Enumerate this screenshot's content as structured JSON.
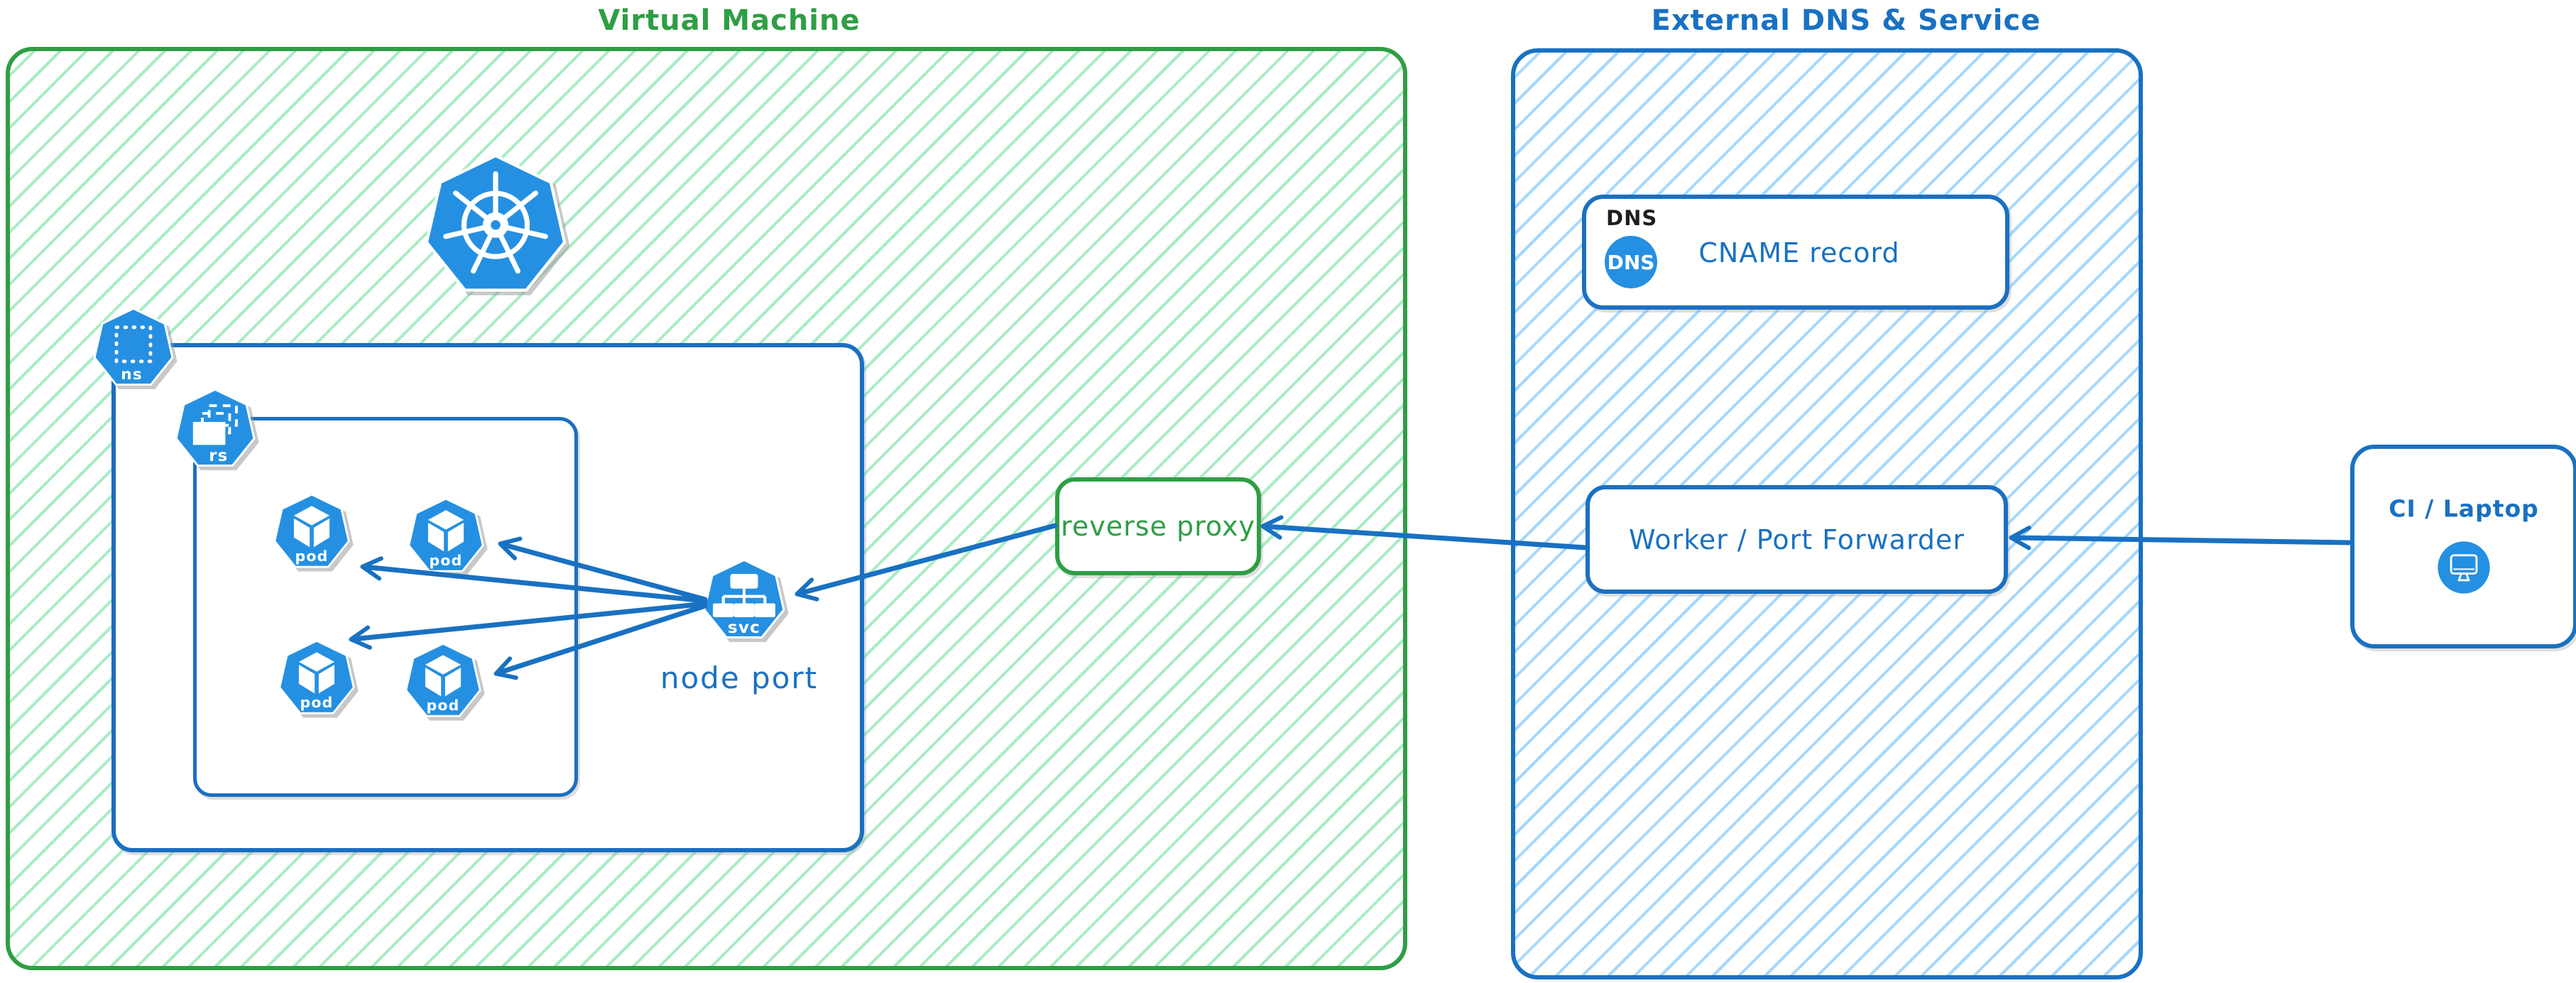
{
  "diagram": {
    "vm": {
      "title": "Virtual Machine"
    },
    "external": {
      "title": "External DNS & Service"
    },
    "kubernetes": {
      "logo": "kubernetes-helm-wheel"
    },
    "labels": {
      "ns": "ns",
      "rs": "rs",
      "svc": "svc",
      "node_port": "node port",
      "reverse_proxy": "reverse proxy",
      "dns_header": "DNS",
      "dns_badge": "DNS",
      "cname": "CNAME record",
      "worker": "Worker / Port Forwarder",
      "ci": "CI / Laptop"
    },
    "pods": [
      "pod",
      "pod",
      "pod",
      "pod"
    ],
    "icons": {
      "kubernetes_logo": "kubernetes-logo",
      "namespace": "namespace-icon",
      "replicaset": "replicaset-icon",
      "pod": "pod-icon",
      "service": "service-icon",
      "dns_badge": "dns-badge-icon",
      "monitor": "monitor-icon"
    },
    "connections": [
      "ci-to-worker",
      "worker-to-reverse-proxy",
      "reverse-proxy-to-node-port-service",
      "service-to-pod-1",
      "service-to-pod-2",
      "service-to-pod-3",
      "service-to-pod-4"
    ],
    "colors": {
      "green_stroke": "#2f9e44",
      "green_hatch": "#a9ecc4",
      "blue_stroke": "#1971c2",
      "blue_hatch": "#a5d8ff",
      "icon_blue": "#2590e2",
      "text_black": "#1e1e1e",
      "white": "#ffffff"
    }
  }
}
